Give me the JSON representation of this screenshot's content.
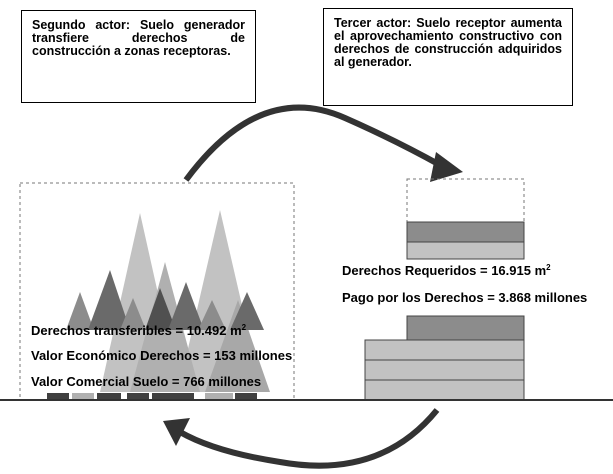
{
  "second_actor": {
    "text": "Segundo actor: Suelo generador transfiere derechos de construcción a zonas receptoras."
  },
  "third_actor": {
    "text": "Tercer actor: Suelo receptor aumenta el aprovechamiento constructivo con derechos de construcción adquiridos al generador."
  },
  "generator": {
    "transferable_rights_label": "Derechos transferibles = 10.492 m",
    "transferable_rights_unit_sup": "2",
    "economic_value_label": "Valor Económico Derechos = 153 millones",
    "commercial_value_label": "Valor Comercial Suelo = 766 millones"
  },
  "receiver": {
    "required_rights_label": "Derechos Requeridos = 16.915 m",
    "required_rights_unit_sup": "2",
    "payment_label": "Pago por los Derechos = 3.868 millones"
  },
  "colors": {
    "light_gray": "#c2c2c2",
    "mid_gray": "#8c8c8c",
    "dark_gray": "#505050",
    "arrow": "#333333"
  }
}
